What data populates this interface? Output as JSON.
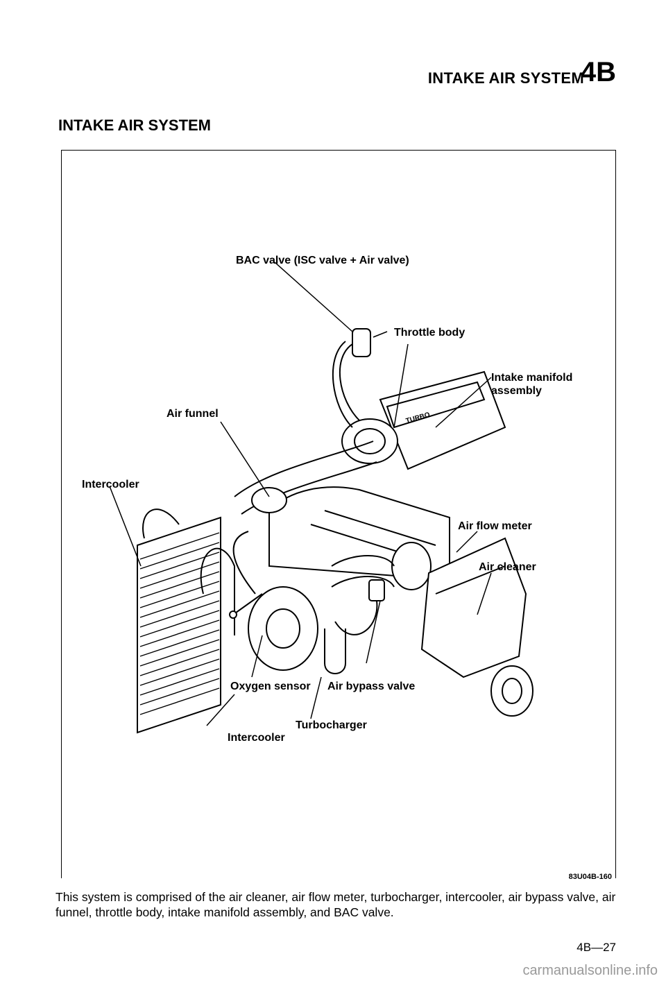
{
  "header": {
    "title": "INTAKE AIR SYSTEM",
    "section": "4B"
  },
  "section_heading": "INTAKE AIR SYSTEM",
  "figure": {
    "labels": {
      "bac_valve": "BAC valve (ISC valve + Air valve)",
      "throttle_body": "Throttle body",
      "intake_manifold_1": "Intake manifold",
      "intake_manifold_2": "assembly",
      "air_funnel": "Air funnel",
      "intercooler_top": "Intercooler",
      "air_flow_meter": "Air flow meter",
      "air_cleaner": "Air cleaner",
      "oxygen_sensor": "Oxygen sensor",
      "air_bypass_valve": "Air bypass valve",
      "turbocharger": "Turbocharger",
      "intercooler_bottom": "Intercooler",
      "engine_plate": "TURBO"
    },
    "code": "83U04B-160"
  },
  "caption": "This system is comprised of the air cleaner, air flow meter, turbocharger, intercooler, air bypass valve, air funnel, throttle body, intake manifold assembly, and BAC valve.",
  "page_number": "4B—27",
  "watermark": "carmanualsonline.info"
}
